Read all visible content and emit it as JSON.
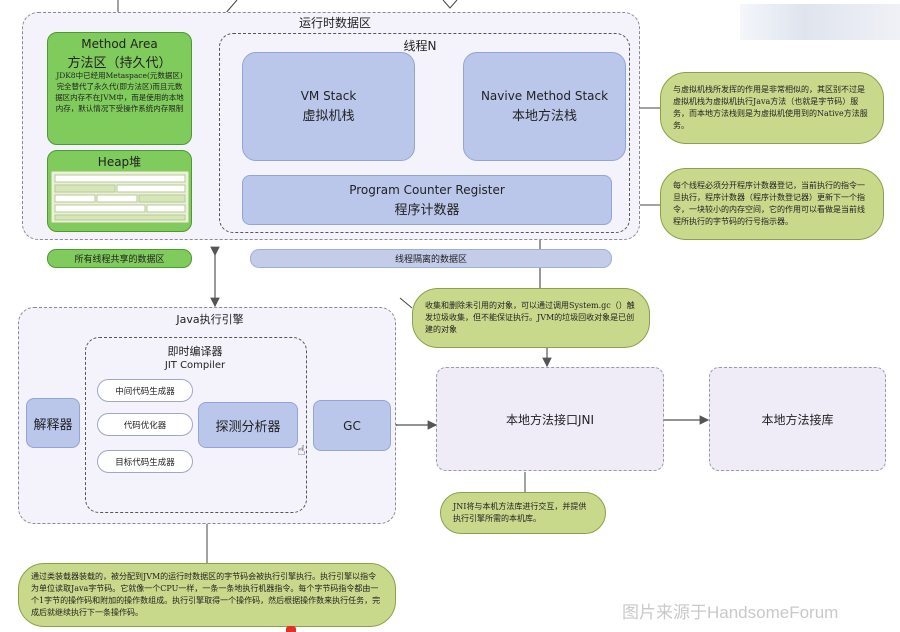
{
  "runtime_area": {
    "title": "运行时数据区"
  },
  "thread_area": {
    "title": "线程N"
  },
  "method_area": {
    "title_en": "Method Area",
    "title_cn": "方法区（持久代）",
    "desc": "JDK8中已经用Metaspace(元数据区)完全替代了永久代(即方法区)而且元数据区内存不在JVM中，而是使用的本地内存，默认情况下受操作系统内存限制"
  },
  "heap": {
    "title": "Heap堆"
  },
  "shared_label": "所有线程共享的数据区",
  "isolated_label": "线程隔离的数据区",
  "vm_stack": {
    "en": "VM Stack",
    "cn": "虚拟机栈"
  },
  "native_stack": {
    "en": "Navive Method Stack",
    "cn": "本地方法栈"
  },
  "pc_register": {
    "en": "Program Counter Register",
    "cn": "程序计数器"
  },
  "notes": {
    "native_stack": "与虚拟机栈所发挥的作用是非常相似的，其区别不过是虚拟机栈为虚拟机执行Java方法（也就是字节码）服务，而本地方法栈则是为虚拟机使用到的Native方法服务。",
    "pc": "每个线程必须分开程序计数器登记，当前执行的指令一旦执行，程序计数器（程序计数登记器）更新下一个指令，一块较小的内存空间，它的作用可以看做是当前线程所执行的字节码的行号指示器。",
    "gc": "收集和删除未引用的对象，可以通过调用System.gc（）触发垃圾收集，但不能保证执行。JVM的垃圾回收对象是已创建的对象",
    "jni": "JNI将与本机方法库进行交互，并提供执行引擎所需的本机库。",
    "engine": "通过类装载器装载的，被分配到JVM的运行时数据区的字节码会被执行引擎执行。执行引擎以指令为单位读取Java字节码。它就像一个CPU一样，一条一条地执行机器指令。每个字节码指令都由一个1字节的操作码和附加的操作数组成。执行引擎取得一个操作码，然后根据操作数来执行任务，完成后就继续执行下一条操作码。"
  },
  "engine": {
    "title": "Java执行引擎"
  },
  "jit": {
    "title_cn": "即时编译器",
    "title_en": "JIT Compiler"
  },
  "jit_items": [
    "中间代码生成器",
    "代码优化器",
    "目标代码生成器"
  ],
  "interpreter": "解释器",
  "profiler": "探测分析器",
  "gc": "GC",
  "jni": "本地方法接口JNI",
  "native_lib": "本地方法接库",
  "watermark": "图片来源于HandsomeForum"
}
